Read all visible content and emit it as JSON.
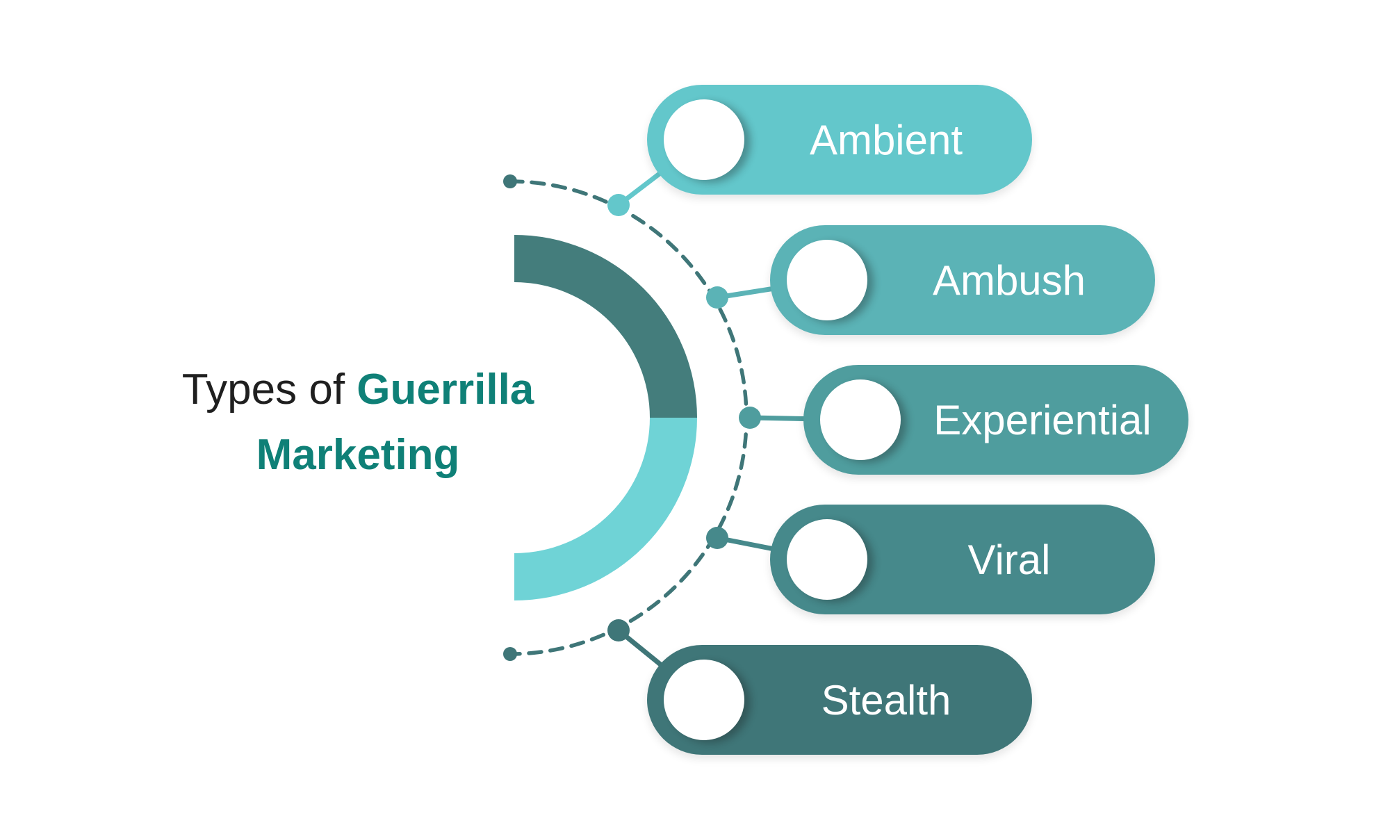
{
  "title": {
    "prefix": "Types of ",
    "highlight": "Guerrilla",
    "line2": "Marketing",
    "prefix_color": "#1f1f1f",
    "highlight_color": "#0f8077"
  },
  "background": "#ffffff",
  "label_text_color": "#ffffff",
  "ring": {
    "top_color": "#447d7c",
    "bottom_color": "#6fd3d6"
  },
  "dashed": {
    "color": "#3f7678"
  },
  "items": [
    {
      "label": "Ambient",
      "color": "#63c7cb"
    },
    {
      "label": "Ambush",
      "color": "#5bb3b6"
    },
    {
      "label": "Experiential",
      "color": "#4f9d9e"
    },
    {
      "label": "Viral",
      "color": "#46898b"
    },
    {
      "label": "Stealth",
      "color": "#3f7678"
    }
  ]
}
